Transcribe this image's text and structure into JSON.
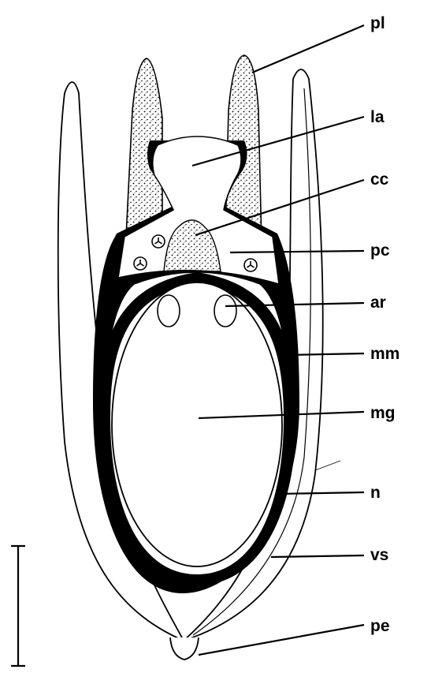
{
  "labels": {
    "pl": "pl",
    "la": "la",
    "cc": "cc",
    "pc": "pc",
    "ar": "ar",
    "mm": "mm",
    "mg": "mg",
    "n": "n",
    "vs": "vs",
    "pe": "pe"
  },
  "colors": {
    "ink": "#000000",
    "paper": "#ffffff"
  }
}
